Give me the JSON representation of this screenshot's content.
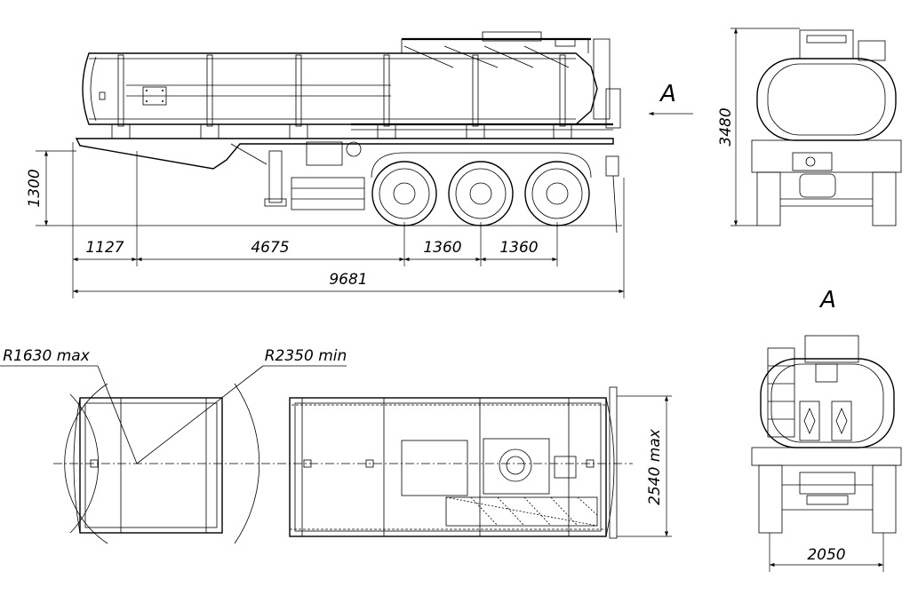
{
  "dimensions": {
    "height_1300": "1300",
    "front_1127": "1127",
    "base_4675": "4675",
    "axle_1360_a": "1360",
    "axle_1360_b": "1360",
    "length_9681": "9681",
    "height_3480": "3480",
    "width_2540": "2540 max",
    "track_2050": "2050"
  },
  "radii": {
    "r_front": "R1630 max",
    "r_turn": "R2350 min"
  },
  "view_marker": {
    "arrow_label": "A",
    "rear_view_label": "A"
  }
}
